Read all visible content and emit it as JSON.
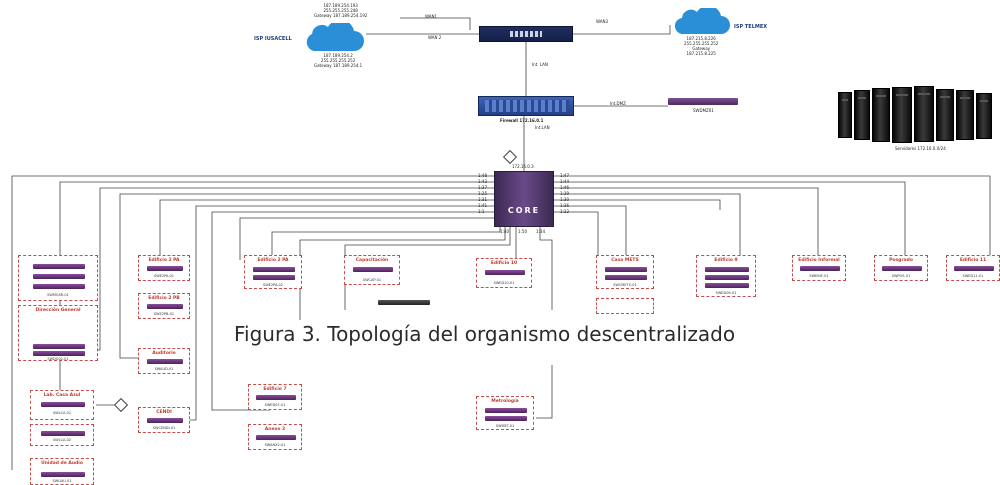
{
  "figure": {
    "caption": "Figura 3. Topología del organismo descentralizado"
  },
  "top": {
    "isp_left": {
      "name": "ISP IUSACELL",
      "above_lines": [
        "187.189.254.193",
        "255.255.255.248",
        "Gateway 187.189.254.192"
      ],
      "below_lines": [
        "187.189.254.2",
        "255.255.255.252",
        "Gateway 187.189.254.1"
      ]
    },
    "isp_right": {
      "name": "ISP TELMEX",
      "below_lines": [
        "187.215.8.226",
        "255.255.255.252",
        "Gateway",
        "187.215.8.225"
      ]
    },
    "link_labels": [
      "WAN1",
      "WAN 2",
      "WAN3",
      "Int. LAN",
      "Int.DMZ"
    ],
    "firewall_labels": [
      "Firewall 172.16.0.1",
      "Int.LAN"
    ],
    "dist_switch_label": "SWDMZ01",
    "server_label": "Servidores 172.16.0.X/24"
  },
  "core": {
    "label": "CORE",
    "ip": "172.16.0.3",
    "ports_left": [
      "1:48",
      "1:43",
      "1:37",
      "1:25",
      "1:31",
      "1:41",
      "1:1"
    ],
    "ports_right": [
      "1:47",
      "1:44",
      "1:46",
      "1:39",
      "1:30",
      "1:36",
      "1:22"
    ],
    "ports_bottom": [
      "1:40",
      "1:50",
      "1:34"
    ]
  },
  "boxes": [
    {
      "title": "",
      "switch_label": "SWMGSR-01"
    },
    {
      "title": "Dirección General",
      "switch_label": "SWDG02-01"
    },
    {
      "title": "Edificio 2 PA",
      "switch_label": "SWE2PA-01"
    },
    {
      "title": "Edificio 2 PB",
      "switch_label": "SWE2PB-01"
    },
    {
      "title": "Auditorio",
      "switch_label": "SWAUD-01"
    },
    {
      "title": "CENDI",
      "switch_label": "SWCENDI-01"
    },
    {
      "title": "Edificio 2 PA",
      "switch_label": "SWE2PA-02"
    },
    {
      "title": "Capacitación",
      "switch_label": "SWCAP-01"
    },
    {
      "title": "Edificio 10",
      "switch_label": "SWED10-01"
    },
    {
      "title": "Casa METS",
      "switch_label": "SWCMETS-01"
    },
    {
      "title": "Edificio 9",
      "switch_label": "SWED09-01"
    },
    {
      "title": "Edificio Informal",
      "switch_label": "SWEINF-01"
    },
    {
      "title": "Posgrado",
      "switch_label": "SWPOS-01"
    },
    {
      "title": "Edificio 11",
      "switch_label": "SWED11-01"
    },
    {
      "title": "Edificio 7",
      "switch_label": "SWED07-01"
    },
    {
      "title": "Anexo 2",
      "switch_label": "SWANX2-01"
    },
    {
      "title": "Metrología",
      "switch_label": "SWMET-01"
    },
    {
      "title": "Lab. Casa Azul",
      "switch_label": "SWLCA-01"
    },
    {
      "title": "",
      "switch_label": "SWLCA-02"
    },
    {
      "title": "Unidad de Audio",
      "switch_label": "SWUAU-01"
    }
  ],
  "colors": {
    "switch": "#6a3a80",
    "box_border": "#c0504d",
    "cloud": "#2b8fd8",
    "caption": "#2b2b2b"
  }
}
